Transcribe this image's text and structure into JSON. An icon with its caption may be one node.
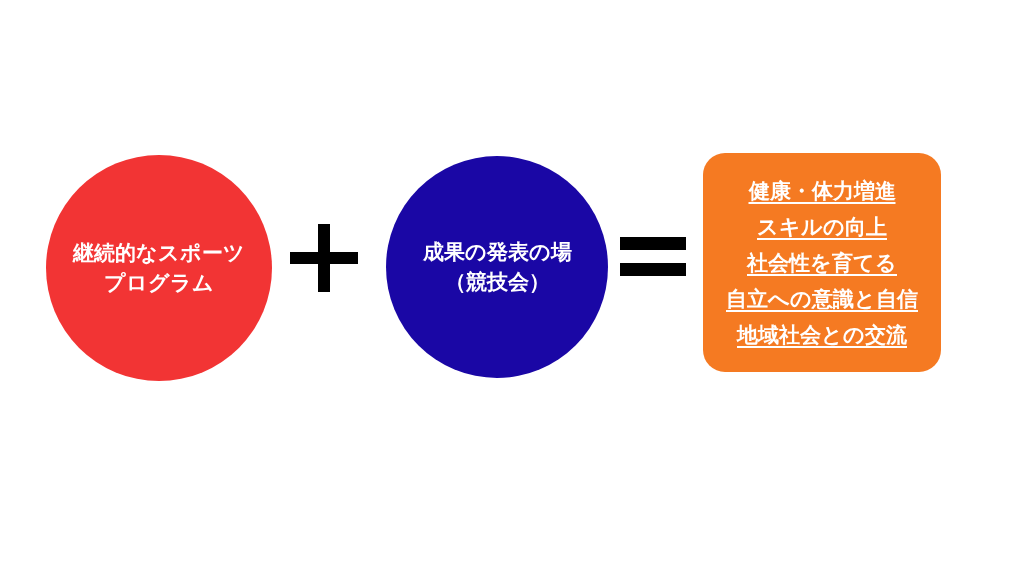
{
  "diagram": {
    "nodes": [
      {
        "text": [
          "継続的なスポーツプログラム"
        ]
      },
      {
        "text": [
          "成果の発表の場（競技会）"
        ]
      },
      {
        "text": [
          "健康・体力増進",
          "スキルの向上",
          "社会性を育てる",
          "自立への意識と自信",
          "地域社会との交流"
        ]
      }
    ]
  }
}
